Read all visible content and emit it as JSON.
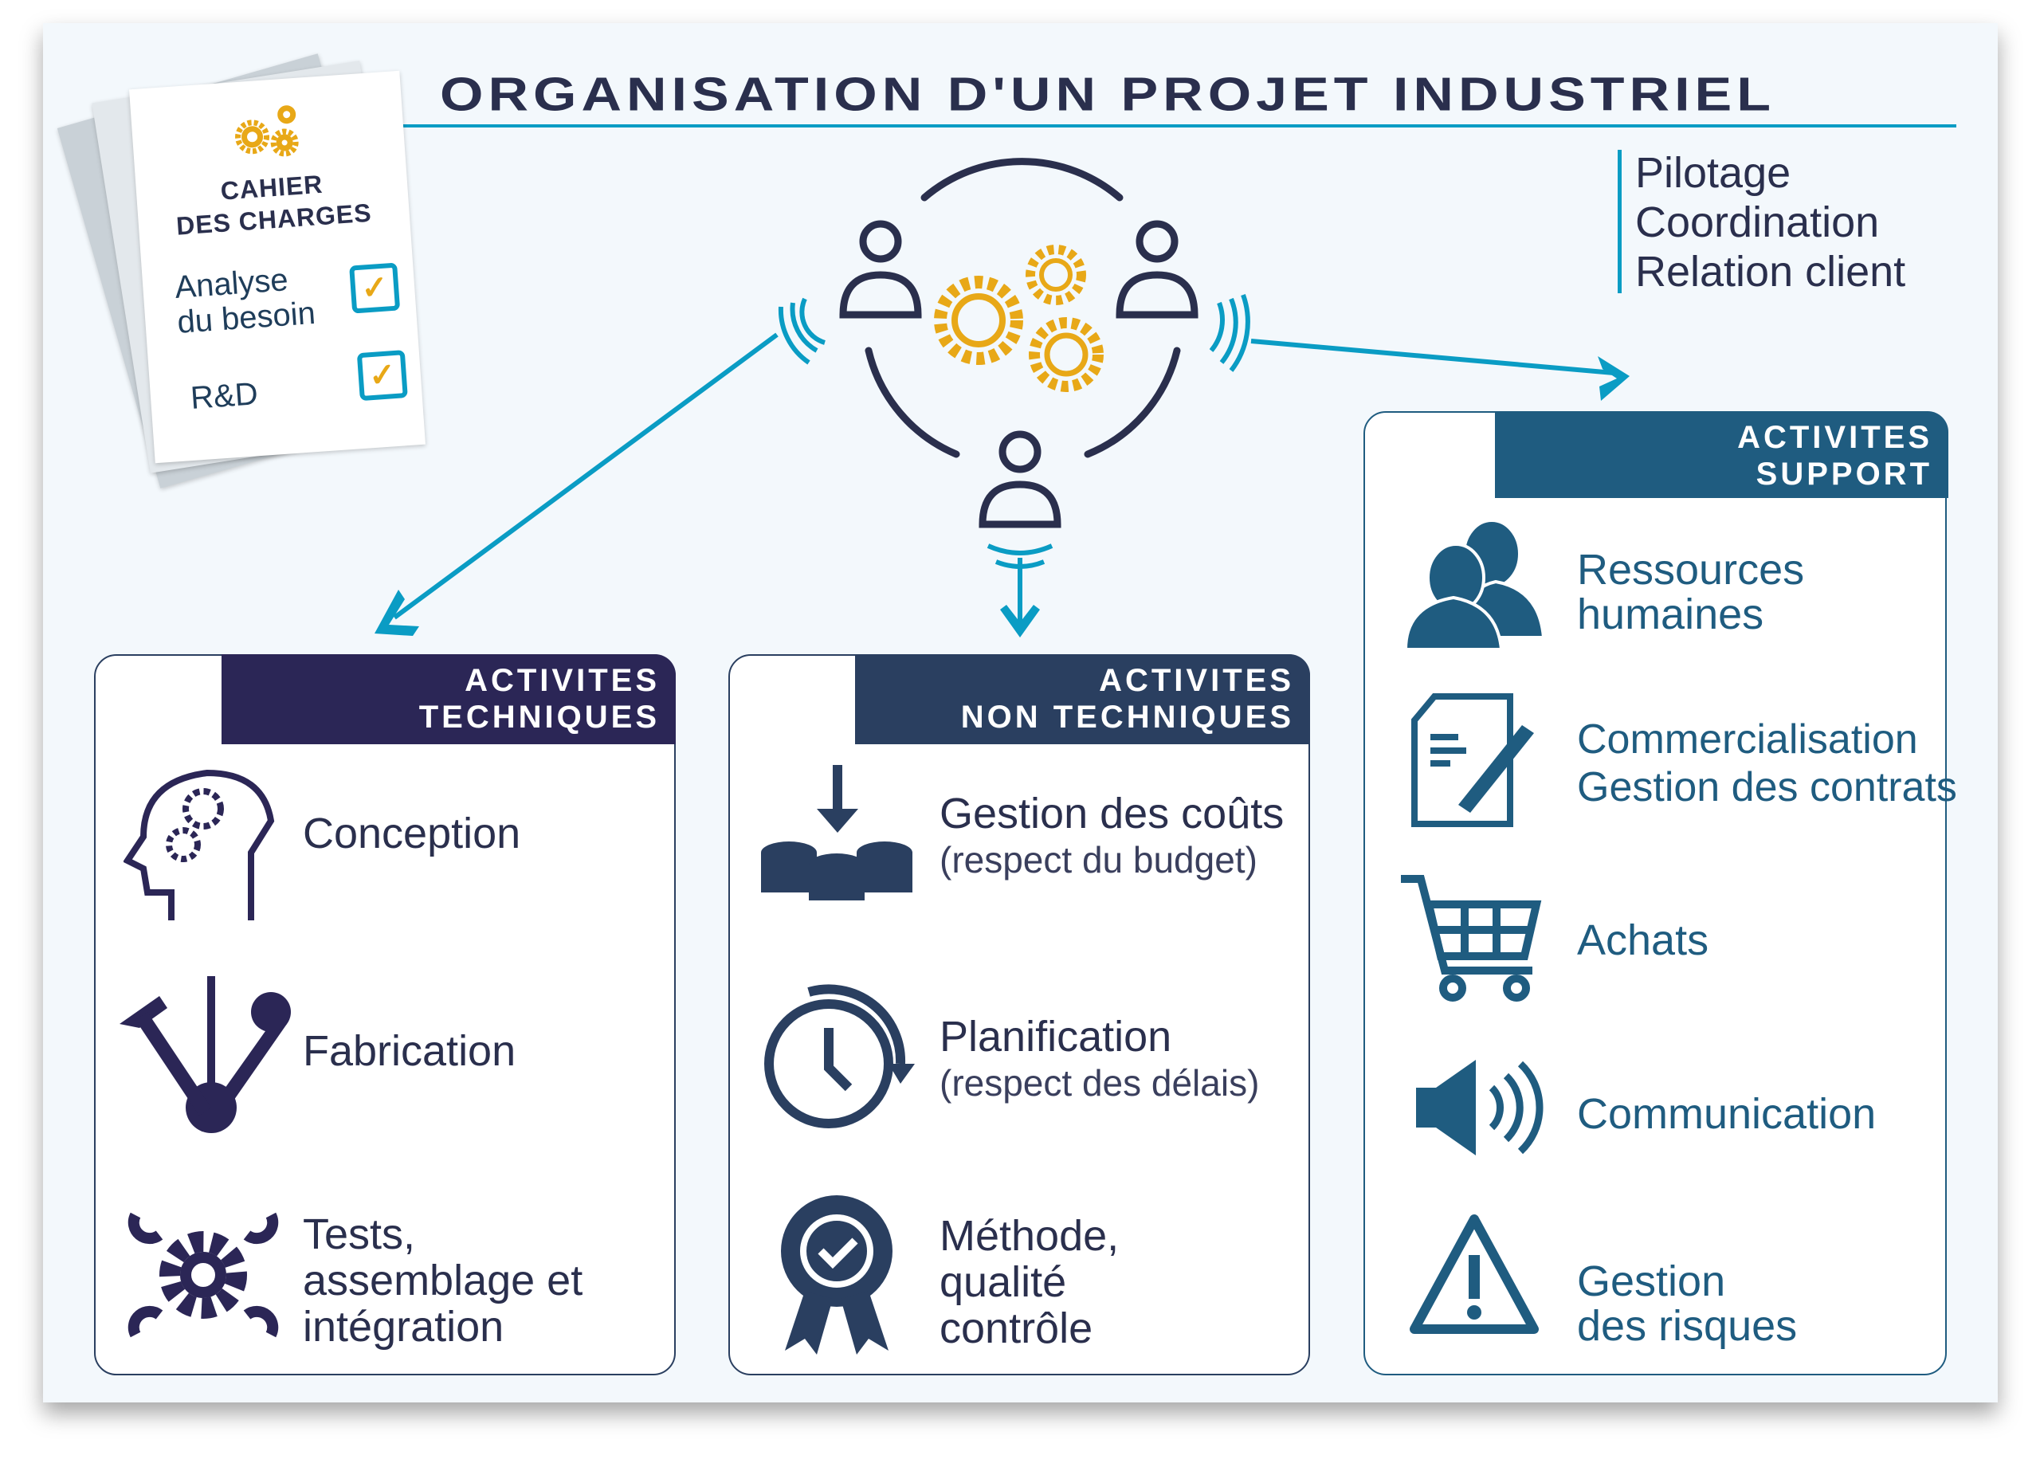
{
  "title": "ORGANISATION D'UN PROJET INDUSTRIEL",
  "spec": {
    "title_line1": "CAHIER",
    "title_line2": "DES CHARGES",
    "items": [
      {
        "label_line1": "Analyse",
        "label_line2": "du besoin",
        "checked": true
      },
      {
        "label": "R&D",
        "checked": true
      }
    ]
  },
  "central": {
    "roles": [
      "Pilotage",
      "Coordination",
      "Relation client"
    ]
  },
  "technical": {
    "header_line1": "ACTIVITES",
    "header_line2": "TECHNIQUES",
    "items": [
      {
        "label": "Conception"
      },
      {
        "label": "Fabrication"
      },
      {
        "line1": "Tests,",
        "line2": "assemblage et",
        "line3": "intégration"
      }
    ]
  },
  "non_technical": {
    "header_line1": "ACTIVITES",
    "header_line2": "NON TECHNIQUES",
    "items": [
      {
        "label": "Gestion des coûts",
        "sub": "(respect du budget)"
      },
      {
        "label": "Planification",
        "sub": "(respect des délais)"
      },
      {
        "line1": "Méthode,",
        "line2": "qualité",
        "line3": "contrôle"
      }
    ]
  },
  "support": {
    "header_line1": "ACTIVITES",
    "header_line2": "SUPPORT",
    "items": [
      {
        "line1": "Ressources",
        "line2": "humaines"
      },
      {
        "line1": "Commercialisation",
        "line2": "Gestion des contrats"
      },
      {
        "label": "Achats"
      },
      {
        "label": "Communication"
      },
      {
        "line1": "Gestion",
        "line2": "des risques"
      }
    ]
  },
  "colors": {
    "navy": "#2a2f4d",
    "technical": "#2b2656",
    "non_technical": "#2a3f60",
    "support": "#1f5c80",
    "accent": "#0a9cc4",
    "gold": "#e8a817"
  }
}
